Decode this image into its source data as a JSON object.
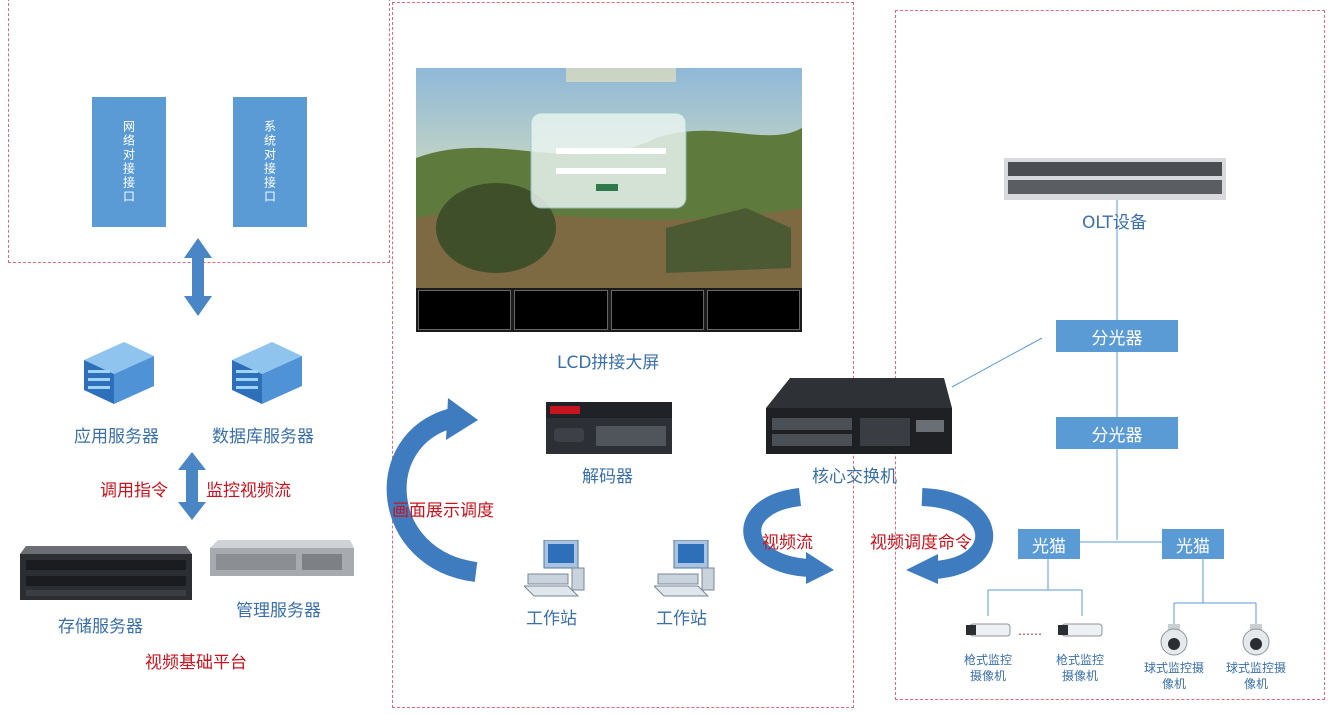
{
  "platform": {
    "interface_left": "网络对接接口",
    "interface_right": "系统对接接口",
    "app_server": "应用服务器",
    "db_server": "数据库服务器",
    "cmd_label": "调用指令",
    "monitor_label": "监控视频流",
    "storage_server": "存储服务器",
    "mgmt_server": "管理服务器",
    "title": "视频基础平台"
  },
  "center": {
    "lcd_label": "LCD拼接大屏",
    "decoder_label": "解码器",
    "display_dispatch": "画面展示调度",
    "workstation_1": "工作站",
    "workstation_2": "工作站"
  },
  "network": {
    "core_switch": "核心交换机",
    "video_stream": "视频流",
    "dispatch_cmd": "视频调度命令",
    "olt": "OLT设备",
    "splitter_1": "分光器",
    "splitter_2": "分光器",
    "modem_1": "光猫",
    "modem_2": "光猫",
    "cam_bullet_1": "枪式监控摄像机",
    "cam_bullet_2": "枪式监控摄像机",
    "cam_dome_1": "球式监控摄像机",
    "cam_dome_2": "球式监控摄像机",
    "cam_dots": "……"
  },
  "colors": {
    "accent": "#5b9bd5",
    "label": "#3a6fa8",
    "red": "#c8141e",
    "dash": "#e06a78"
  }
}
